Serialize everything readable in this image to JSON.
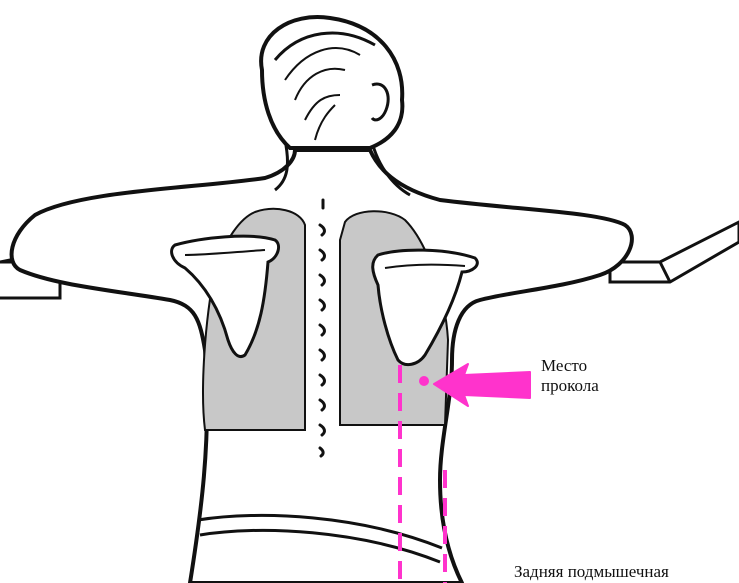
{
  "labels": {
    "puncture_line1": "Место",
    "puncture_line2": "прокола",
    "scapular_line": "Задняя подмышечная"
  },
  "colors": {
    "background": "#ffffff",
    "outline": "#111111",
    "lung_fill": "#c8c8c8",
    "marker": "#ff33cc"
  }
}
